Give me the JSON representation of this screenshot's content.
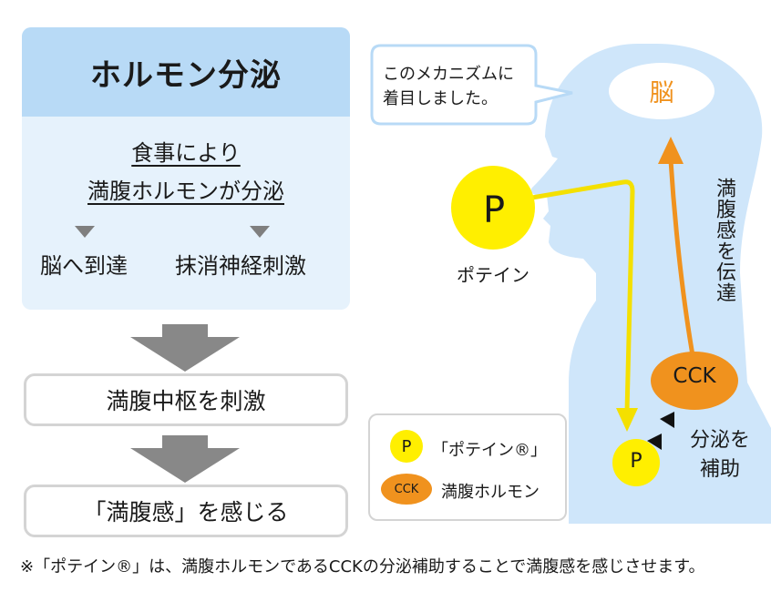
{
  "panel": {
    "title": "ホルモン分泌",
    "line1": "食事により",
    "line2": "満腹ホルモンが分泌",
    "outcome_left": "脳へ到達",
    "outcome_right": "抹消神経刺激"
  },
  "steps": {
    "step1": "満腹中枢を刺激",
    "step2": "「満腹感」を感じる"
  },
  "bubble": {
    "line1": "このメカニズムに",
    "line2": "着目しました。"
  },
  "brain_label": "脳",
  "protein": {
    "big_symbol": "P",
    "label": "ポテイン",
    "small_symbol": "P"
  },
  "cck": {
    "oval_label": "CCK",
    "vertical_text": "満腹感を伝達",
    "assist_line1": "分泌を",
    "assist_line2": "補助"
  },
  "legend": {
    "p_symbol": "P",
    "p_text": "「ポテイン®」",
    "cck_symbol": "CCK",
    "cck_text": "満腹ホルモン"
  },
  "footnote": "※「ポテイン®」は、満腹ホルモンであるCCKの分泌補助することで満腹感を感じさせます。",
  "colors": {
    "panel_head": "#b8daf6",
    "panel_body": "#e6f2fc",
    "head_silhouette": "#cfe6fa",
    "protein_yellow": "#ffef00",
    "arrow_yellow": "#f4e000",
    "cck_orange": "#f0921e",
    "box_border": "#d4d4d4",
    "arrow_gray": "#888888"
  }
}
